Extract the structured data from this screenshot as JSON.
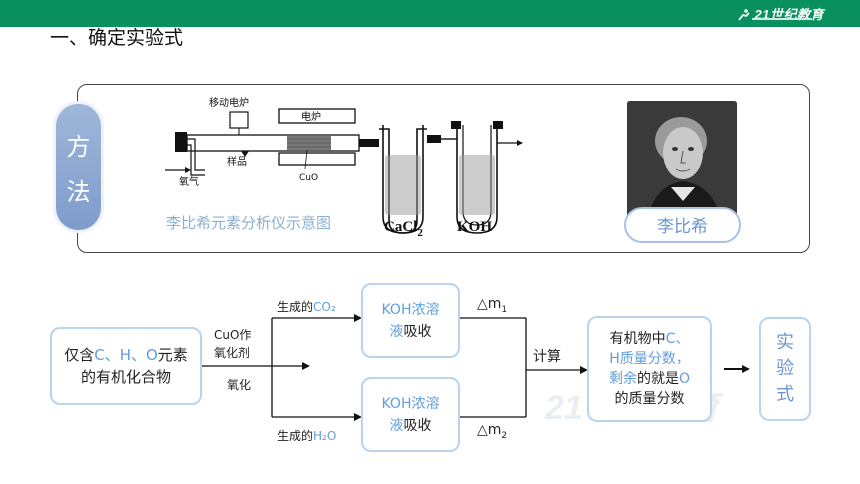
{
  "header": {
    "brand": "21世纪教育",
    "title": "一、确定实验式"
  },
  "panel": {
    "method_chars": [
      "方",
      "法"
    ],
    "apparatus": {
      "label_furnace_mobile": "移动电炉",
      "label_furnace": "电炉",
      "label_sample": "样品",
      "label_oxygen": "氧气",
      "label_cuo": "CuO",
      "label_cacl2": "CaCl",
      "label_cacl2_sub": "2",
      "label_koh": "KOH"
    },
    "caption": "李比希元素分析仪示意图",
    "person_name": "李比希"
  },
  "flow": {
    "start_box": {
      "line1_pre": "仅含",
      "line1_blue": "C、H、O",
      "line1_post": "元素",
      "line2": "的有机化合物"
    },
    "reagent_line1": "CuO作",
    "reagent_line2": "氧化剂",
    "oxidize": "氧化",
    "co2_pre": "生成的",
    "co2": "CO₂",
    "h2o_pre": "生成的",
    "h2o": "H₂O",
    "koh_box_1": {
      "blue_a": "KOH浓溶",
      "blue_b": "液",
      "rest": "吸收"
    },
    "koh_box_2": {
      "blue_a": "KOH浓溶",
      "blue_b": "液",
      "rest": "吸收"
    },
    "dm1": "△m",
    "dm1_sub": "1",
    "dm2": "△m",
    "dm2_sub": "2",
    "calc": "计算",
    "result_box": {
      "l1_pre": "有机物中",
      "l1_blue": "C、",
      "l2_blue": "H质量分数，",
      "l3_blue": "剩余",
      "l3_mid": "的就是",
      "l3_blue2": "O",
      "l4": "的质量分数"
    },
    "final_chars": [
      "实",
      "验",
      "式"
    ]
  },
  "watermark": "21世纪教育"
}
